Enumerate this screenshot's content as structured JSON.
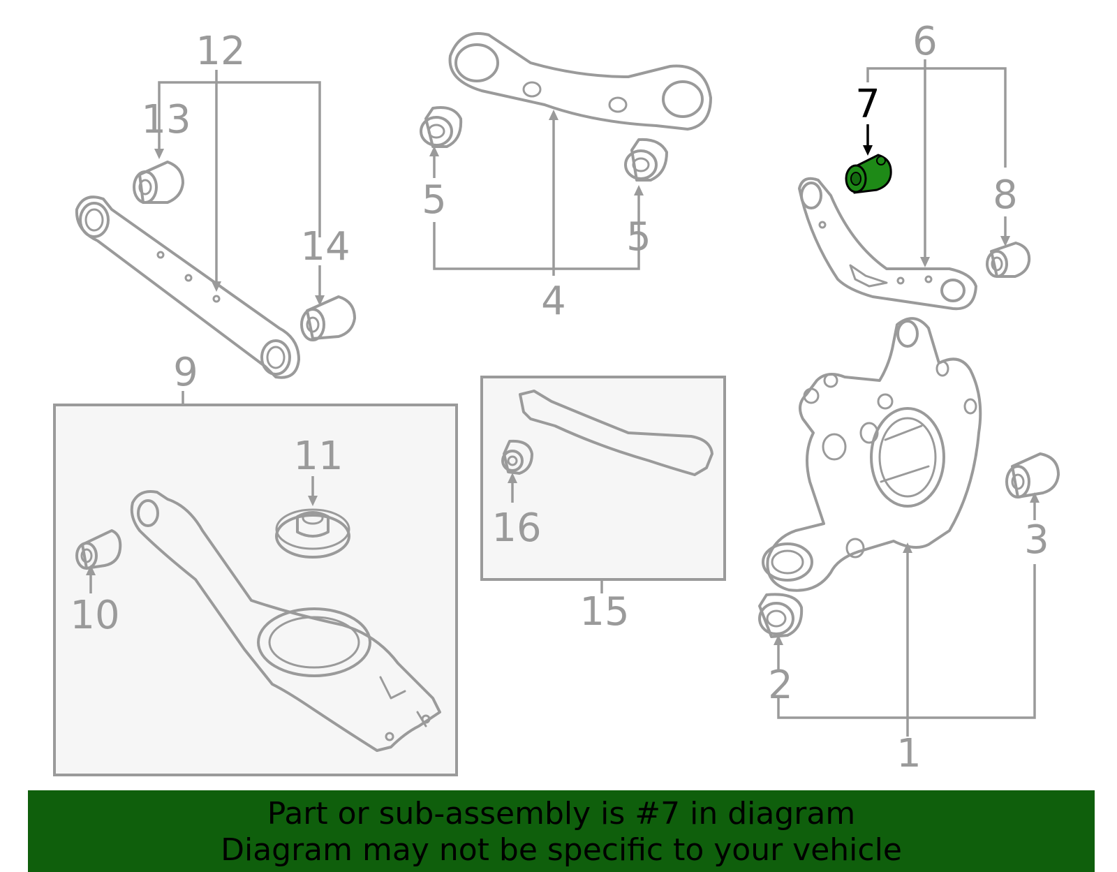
{
  "diagram": {
    "highlight_color": "#1e8a17",
    "line_color": "#9a9a9a",
    "highlighted_part": "7",
    "callouts": {
      "c1": "1",
      "c2": "2",
      "c3": "3",
      "c4": "4",
      "c5a": "5",
      "c5b": "5",
      "c6": "6",
      "c7": "7",
      "c8": "8",
      "c9": "9",
      "c10": "10",
      "c11": "11",
      "c12": "12",
      "c13": "13",
      "c14": "14",
      "c15": "15",
      "c16": "16"
    }
  },
  "banner": {
    "line1": "Part or sub-assembly is #7 in diagram",
    "line2": "Diagram may not be specific to your vehicle",
    "background": "#0f5f0c"
  }
}
